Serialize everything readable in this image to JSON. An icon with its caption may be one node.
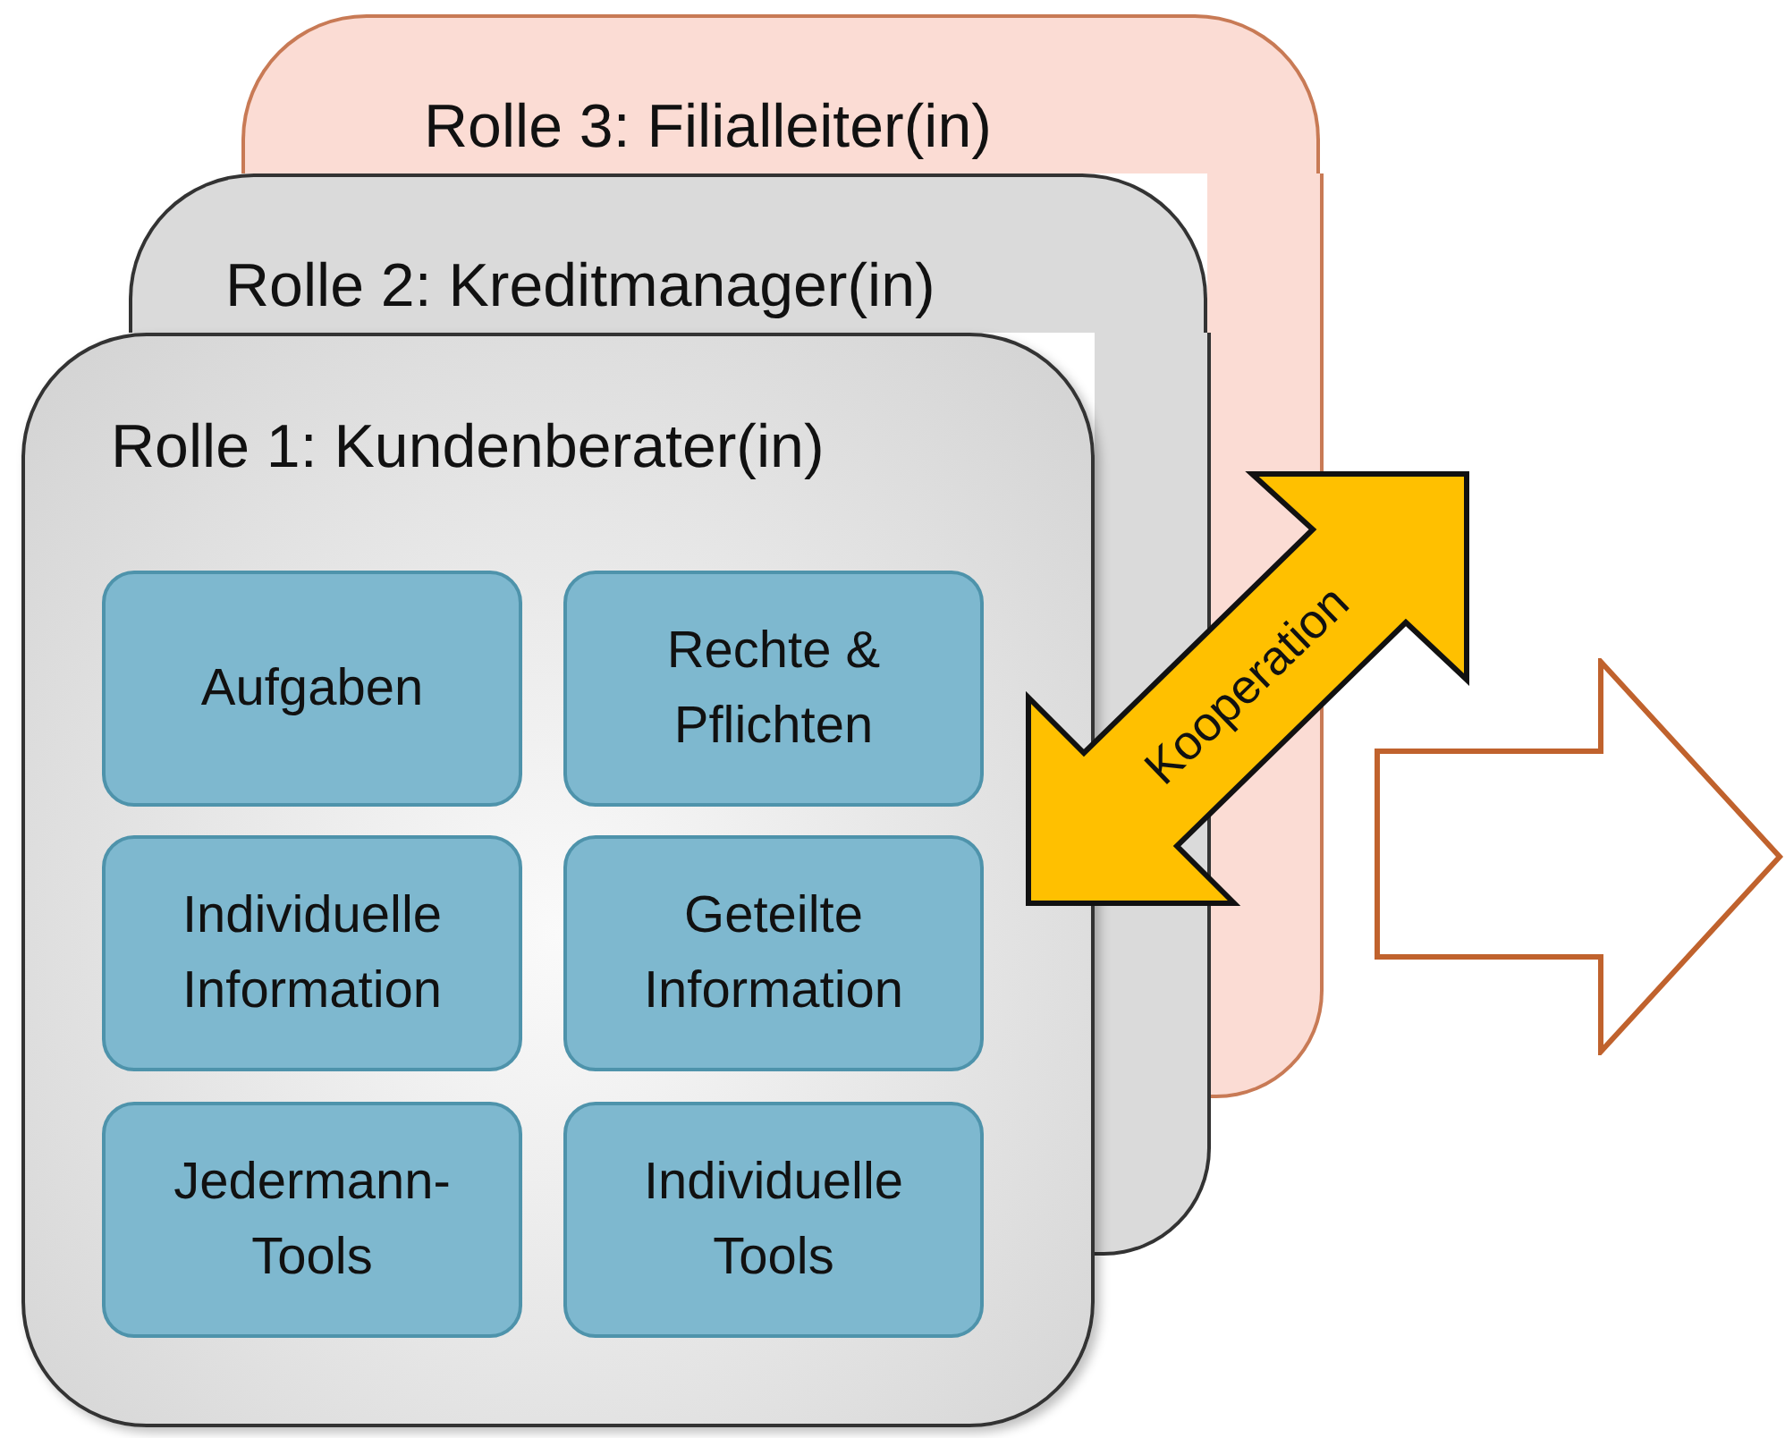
{
  "diagram": {
    "nodes": [
      {
        "text": [
          "Rolle 3: Filialleiter(in)"
        ]
      },
      {
        "text": [
          "Rolle 2: Kreditmanager(in)"
        ]
      },
      {
        "text": [
          "Rolle 1: Kundenberater(in)"
        ]
      },
      {
        "text": [
          "Aufgaben"
        ],
        "in": 2
      },
      {
        "text": [
          "Rechte & Pflichten"
        ],
        "in": 2
      },
      {
        "text": [
          "Individuelle Information"
        ],
        "in": 2
      },
      {
        "text": [
          "Geteilte Information"
        ],
        "in": 2
      },
      {
        "text": [
          "Jedermann-Tools"
        ],
        "in": 2
      },
      {
        "text": [
          "Individuelle Tools"
        ],
        "in": 2
      },
      {
        "text": [
          "Kooperation"
        ]
      }
    ],
    "edges": []
  }
}
